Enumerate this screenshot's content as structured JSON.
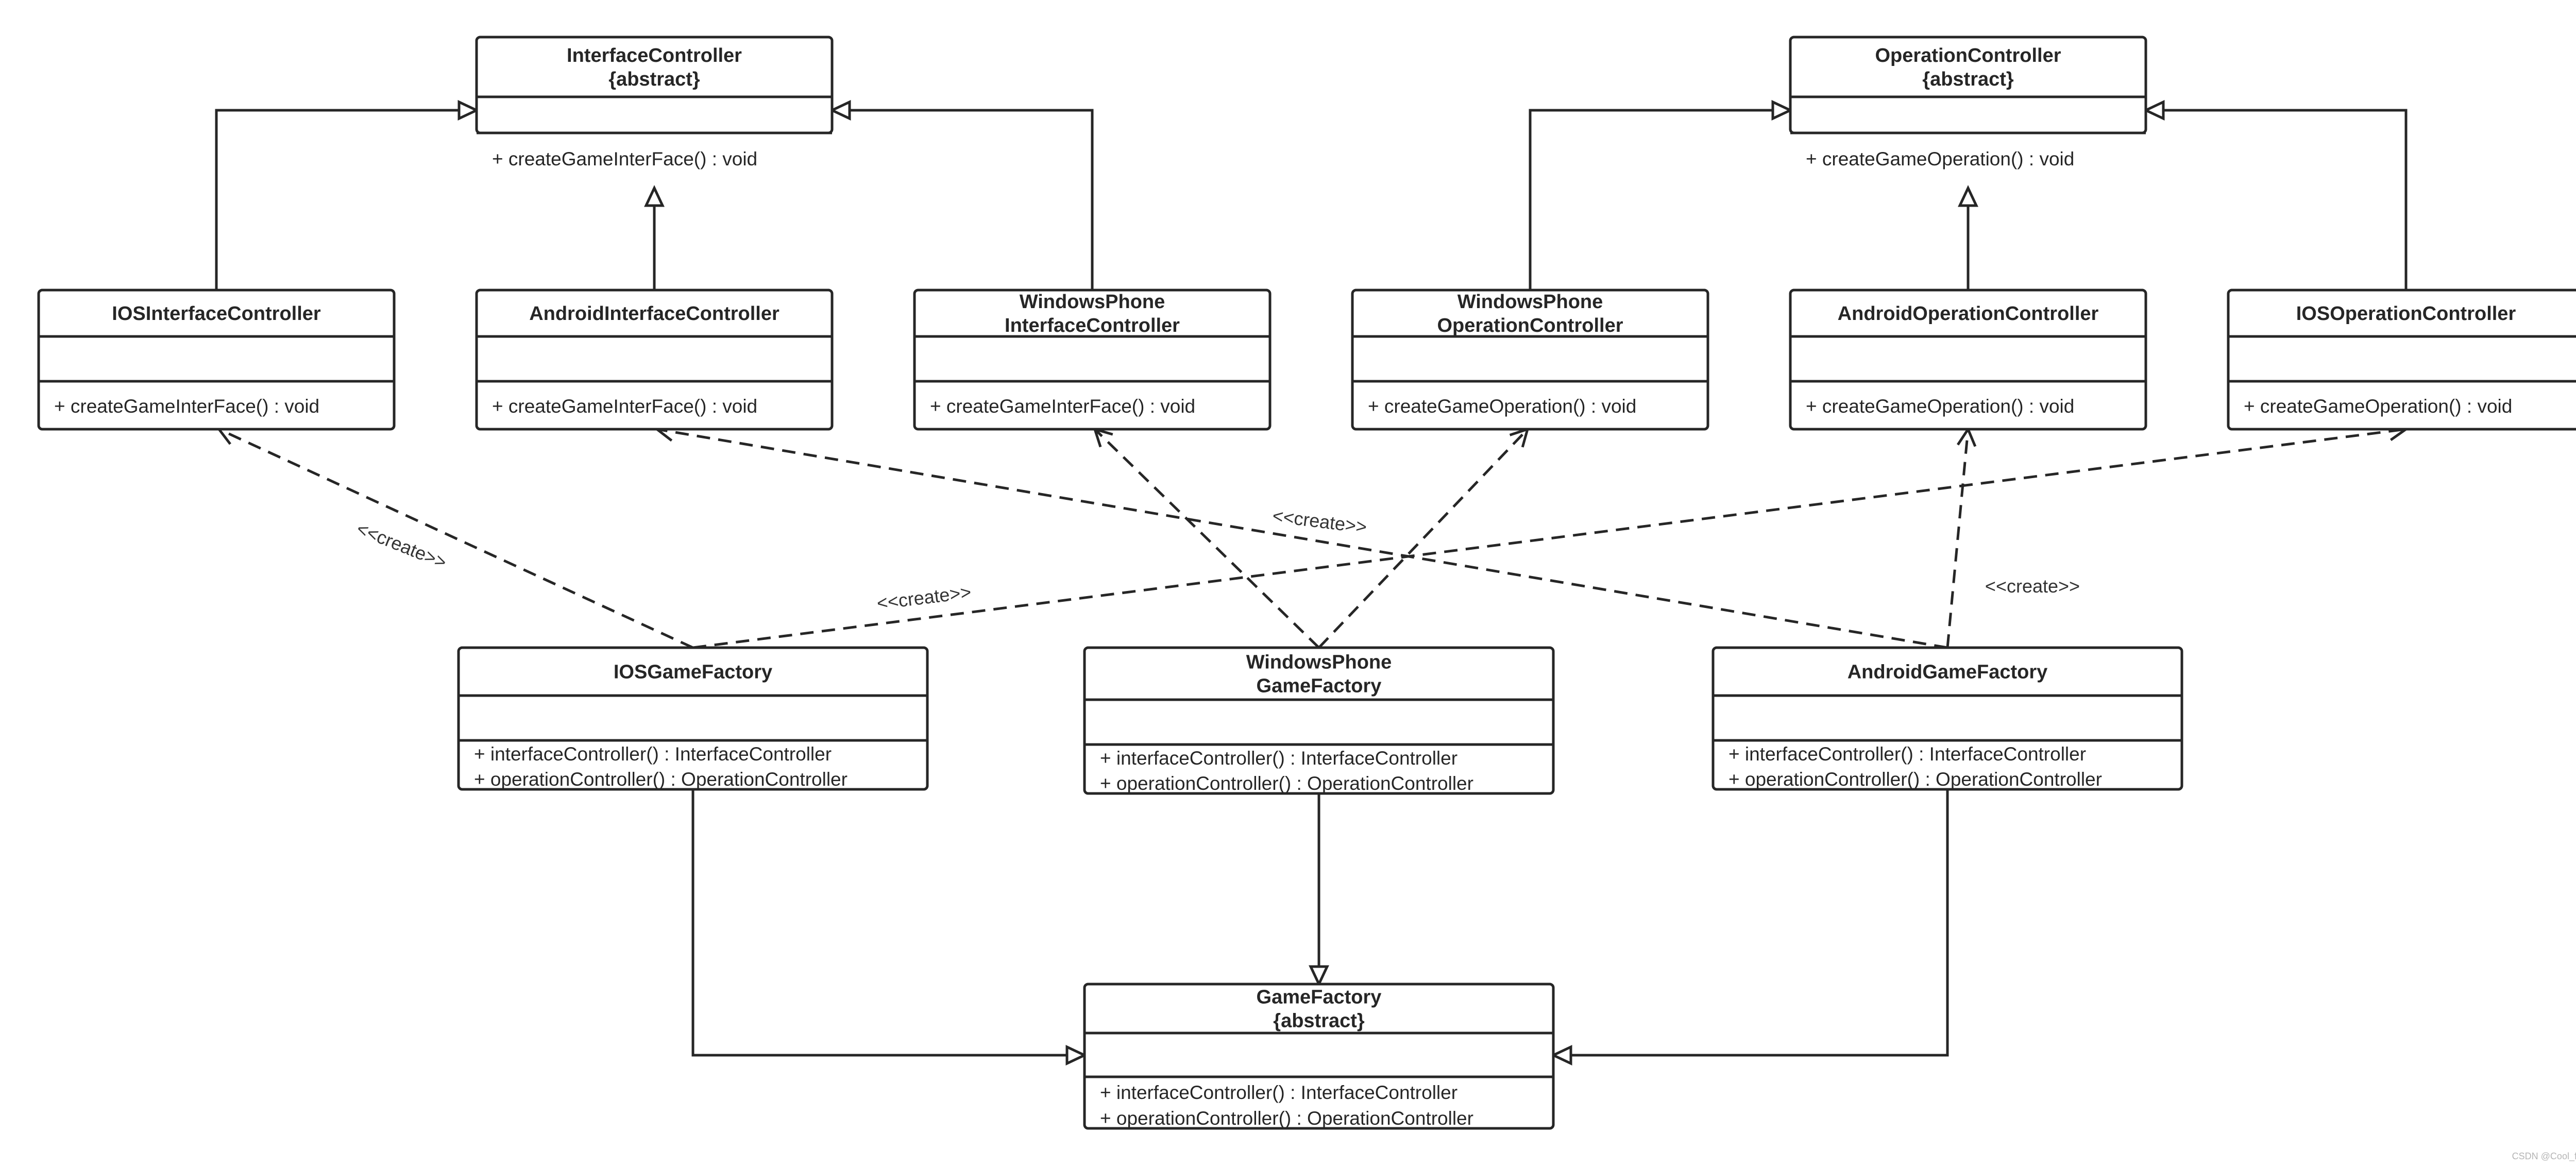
{
  "classes": {
    "interface_controller": {
      "title": [
        "InterfaceController",
        "{abstract}"
      ],
      "members": [
        "+ createGameInterFace() : void"
      ]
    },
    "operation_controller": {
      "title": [
        "OperationController",
        "{abstract}"
      ],
      "members": [
        "+ createGameOperation() : void"
      ]
    },
    "ios_interface_controller": {
      "title": [
        "IOSInterfaceController"
      ],
      "members": [
        "+ createGameInterFace() : void"
      ]
    },
    "android_interface_controller": {
      "title": [
        "AndroidInterfaceController"
      ],
      "members": [
        "+ createGameInterFace() : void"
      ]
    },
    "windowsphone_interface_controller": {
      "title": [
        "WindowsPhone",
        "InterfaceController"
      ],
      "members": [
        "+ createGameInterFace() : void"
      ]
    },
    "windowsphone_operation_controller": {
      "title": [
        "WindowsPhone",
        "OperationController"
      ],
      "members": [
        "+ createGameOperation() : void"
      ]
    },
    "android_operation_controller": {
      "title": [
        "AndroidOperationController"
      ],
      "members": [
        "+ createGameOperation() : void"
      ]
    },
    "ios_operation_controller": {
      "title": [
        "IOSOperationController"
      ],
      "members": [
        "+ createGameOperation() : void"
      ]
    },
    "ios_game_factory": {
      "title": [
        "IOSGameFactory"
      ],
      "members": [
        "+ interfaceController() : InterfaceController",
        "+ operationController() : OperationController"
      ]
    },
    "windowsphone_game_factory": {
      "title": [
        "WindowsPhone",
        "GameFactory"
      ],
      "members": [
        "+ interfaceController() : InterfaceController",
        "+ operationController() : OperationController"
      ]
    },
    "android_game_factory": {
      "title": [
        "AndroidGameFactory"
      ],
      "members": [
        "+ interfaceController() : InterfaceController",
        "+ operationController() : OperationController"
      ]
    },
    "game_factory": {
      "title": [
        "GameFactory",
        "{abstract}"
      ],
      "members": [
        "+ interfaceController() : InterfaceController",
        "+ operationController() : OperationController"
      ]
    }
  },
  "relations": {
    "generalizations": [
      {
        "from": "ios_interface_controller",
        "to": "interface_controller"
      },
      {
        "from": "android_interface_controller",
        "to": "interface_controller"
      },
      {
        "from": "windowsphone_interface_controller",
        "to": "interface_controller"
      },
      {
        "from": "windowsphone_operation_controller",
        "to": "operation_controller"
      },
      {
        "from": "android_operation_controller",
        "to": "operation_controller"
      },
      {
        "from": "ios_operation_controller",
        "to": "operation_controller"
      },
      {
        "from": "ios_game_factory",
        "to": "game_factory"
      },
      {
        "from": "windowsphone_game_factory",
        "to": "game_factory"
      },
      {
        "from": "android_game_factory",
        "to": "game_factory"
      }
    ],
    "dependencies": [
      {
        "from": "ios_game_factory",
        "to": "ios_interface_controller"
      },
      {
        "from": "ios_game_factory",
        "to": "ios_operation_controller"
      },
      {
        "from": "windowsphone_game_factory",
        "to": "windowsphone_interface_controller"
      },
      {
        "from": "windowsphone_game_factory",
        "to": "windowsphone_operation_controller"
      },
      {
        "from": "android_game_factory",
        "to": "android_interface_controller"
      },
      {
        "from": "android_game_factory",
        "to": "android_operation_controller"
      }
    ]
  },
  "labels": {
    "create_1": "<<create>>",
    "create_2": "<<create>>",
    "create_3": "<<create>>",
    "create_4": "<<create>>"
  },
  "watermark": "CSDN @Cool_foolisher",
  "colors": {
    "stroke": "#262626",
    "background": "#ffffff",
    "label": "#333333"
  }
}
